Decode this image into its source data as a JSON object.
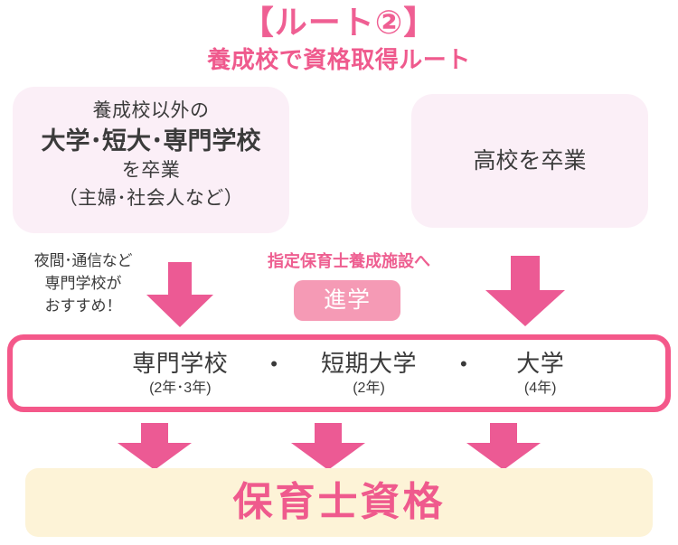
{
  "header": {
    "title": "【ルート②】",
    "subtitle": "養成校で資格取得ルート"
  },
  "colors": {
    "accent_pink": "#ef5a8d",
    "arrow_pink": "#ec5a94",
    "border_pink": "#f4588a",
    "badge_pink": "#f59ab5",
    "box_pink_bg": "#fbeff7",
    "banner_cream": "#fdf3d7",
    "text_dark": "#3a3a3a"
  },
  "source_boxes": [
    {
      "name": "non-training-school-graduate",
      "lines": [
        "養成校以外の",
        "大学･短大･専門学校",
        "を卒業",
        "（主婦･社会人など）"
      ]
    },
    {
      "name": "high-school-graduate",
      "lines": [
        "高校を卒業"
      ]
    }
  ],
  "annotations": {
    "left_note": [
      "夜間･通信など",
      "専門学校が",
      "おすすめ！"
    ],
    "center_note": "指定保育士養成施設へ",
    "center_badge": "進学"
  },
  "main_row": {
    "separator": "•",
    "schools": [
      {
        "name": "専門学校",
        "years": "(2年･3年)"
      },
      {
        "name": "短期大学",
        "years": "(2年)"
      },
      {
        "name": "大学",
        "years": "(4年)"
      }
    ]
  },
  "result_banner": {
    "label": "保育士資格"
  },
  "arrows": [
    {
      "id": "arrow-left-to-schools"
    },
    {
      "id": "arrow-right-to-schools"
    },
    {
      "id": "arrow-schools-to-result-1"
    },
    {
      "id": "arrow-schools-to-result-2"
    },
    {
      "id": "arrow-schools-to-result-3"
    }
  ]
}
